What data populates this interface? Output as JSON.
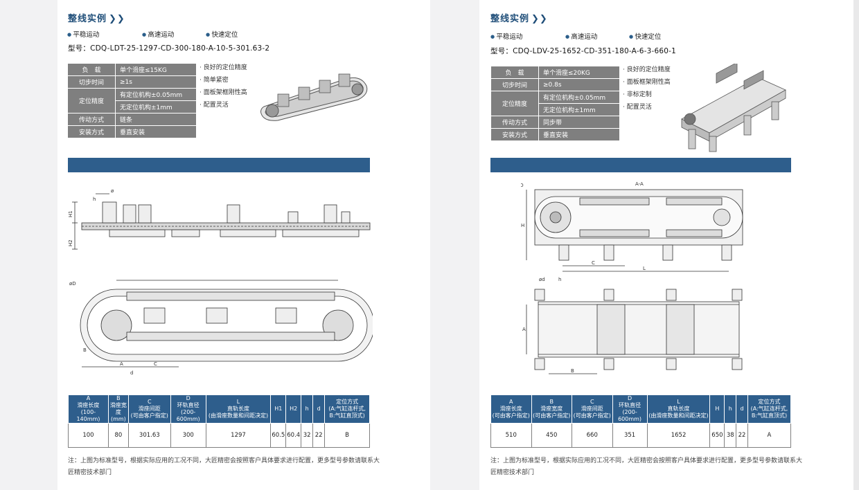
{
  "left": {
    "section_title": "整线实例",
    "features": [
      "平稳运动",
      "高速运动",
      "快速定位"
    ],
    "model": "型号：CDQ-LDT-25-1297-CD-300-180-A-10-5-301.63-2",
    "spec": {
      "load_label": "负　载",
      "load_value": "单个滑座≤15KG",
      "step_label": "切步时间",
      "step_value": "≥1s",
      "pos_label": "定位精度",
      "pos_value1": "有定位机构±0.05mm",
      "pos_value2": "无定位机构±1mm",
      "drive_label": "传动方式",
      "drive_value": "链条",
      "mount_label": "安装方式",
      "mount_value": "垂直安装"
    },
    "advantages": [
      "良好的定位精度",
      "简单紧密",
      "面板架框刚性高",
      "配置灵活"
    ],
    "dim_labels": {
      "phi": "ø",
      "h1": "H1",
      "h": "h",
      "h2": "H2",
      "phiD": "øD",
      "b": "B",
      "a": "A",
      "c": "C",
      "d": "d"
    },
    "table": {
      "headers": [
        [
          "A",
          "滑座长度",
          "(100-140mm)"
        ],
        [
          "B",
          "滑座宽度",
          "(mm)"
        ],
        [
          "C",
          "滑座间距",
          "(可由客户指定)"
        ],
        [
          "D",
          "环轨直径",
          "(200-600mm)"
        ],
        [
          "L",
          "直轨长度",
          "(由滑座数量和间距决定)"
        ],
        [
          "H1"
        ],
        [
          "H2"
        ],
        [
          "h"
        ],
        [
          "d"
        ],
        [
          "定位方式",
          "(A:气缸连杆式,",
          "B:气缸直顶式)"
        ]
      ],
      "values": [
        "100",
        "80",
        "301.63",
        "300",
        "1297",
        "60.5",
        "60.4",
        "32",
        "22",
        "B"
      ]
    },
    "note": "注：上图为标准型号，根据实际应用的工况不同，大匠精密会按照客户具体要求进行配置，更多型号参数请联系大匠精密技术部门"
  },
  "right": {
    "section_title": "整线实例",
    "features": [
      "平稳运动",
      "高速运动",
      "快速定位"
    ],
    "model": "型号：CDQ-LDV-25-1652-CD-351-180-A-6-3-660-1",
    "spec": {
      "load_label": "负　载",
      "load_value": "单个滑座≤20KG",
      "step_label": "切步时间",
      "step_value": "≥0.8s",
      "pos_label": "定位精度",
      "pos_value1": "有定位机构±0.05mm",
      "pos_value2": "无定位机构±1mm",
      "drive_label": "传动方式",
      "drive_value": "同步带",
      "mount_label": "安装方式",
      "mount_value": "垂直安装"
    },
    "advantages": [
      "良好的定位精度",
      "面板框架刚性高",
      "非标定制",
      "配置灵活"
    ],
    "dim_labels": {
      "aa": "A-A",
      "phiD": "øD",
      "h_cap": "H",
      "c": "C",
      "l": "L",
      "phid": "ød",
      "h": "h",
      "a": "A",
      "b": "B"
    },
    "table": {
      "headers": [
        [
          "A",
          "滑座长度",
          "(可由客户指定)"
        ],
        [
          "B",
          "滑座宽度",
          "(可由客户指定)"
        ],
        [
          "C",
          "滑座间距",
          "(可由客户指定)"
        ],
        [
          "D",
          "环轨直径",
          "(200-600mm)"
        ],
        [
          "L",
          "直轨长度",
          "(由滑座数量和间距决定)"
        ],
        [
          "H"
        ],
        [
          "h"
        ],
        [
          "d"
        ],
        [
          "定位方式",
          "(A:气缸连杆式,",
          "B:气缸直顶式)"
        ]
      ],
      "values": [
        "510",
        "450",
        "660",
        "351",
        "1652",
        "650",
        "38",
        "22",
        "A"
      ]
    },
    "note": "注：上图为标准型号，根据实际应用的工况不同，大匠精密会按照客户具体要求进行配置，更多型号参数请联系大匠精密技术部门"
  },
  "colors": {
    "accent_blue": "#2e5e8c",
    "title_blue": "#1f4e79",
    "spec_gray": "#7f7f7f"
  }
}
